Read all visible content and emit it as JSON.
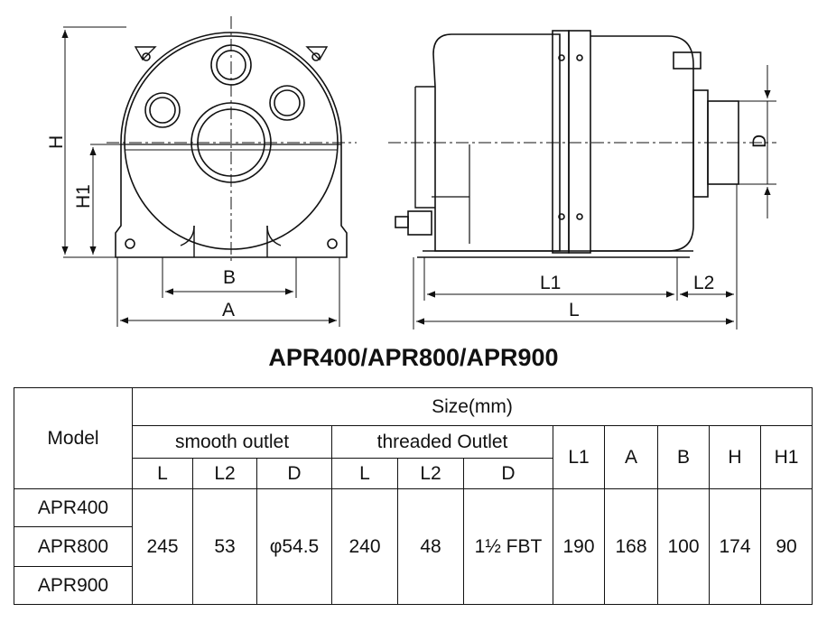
{
  "diagram": {
    "front_labels": {
      "height": "H",
      "height1": "H1",
      "width_inner": "B",
      "width_outer": "A"
    },
    "side_labels": {
      "length1": "L1",
      "length2": "L2",
      "length": "L",
      "diameter": "D"
    }
  },
  "title": "APR400/APR800/APR900",
  "table": {
    "model_header": "Model",
    "size_header": "Size(mm)",
    "smooth_header": "smooth outlet",
    "threaded_header": "threaded Outlet",
    "sub_headers": [
      "L",
      "L2",
      "D",
      "L",
      "L2",
      "D"
    ],
    "extra_headers": [
      "L1",
      "A",
      "B",
      "H",
      "H1"
    ],
    "models": [
      "APR400",
      "APR800",
      "APR900"
    ],
    "values": [
      "245",
      "53",
      "φ54.5",
      "240",
      "48",
      "1½ FBT",
      "190",
      "168",
      "100",
      "174",
      "90"
    ]
  }
}
